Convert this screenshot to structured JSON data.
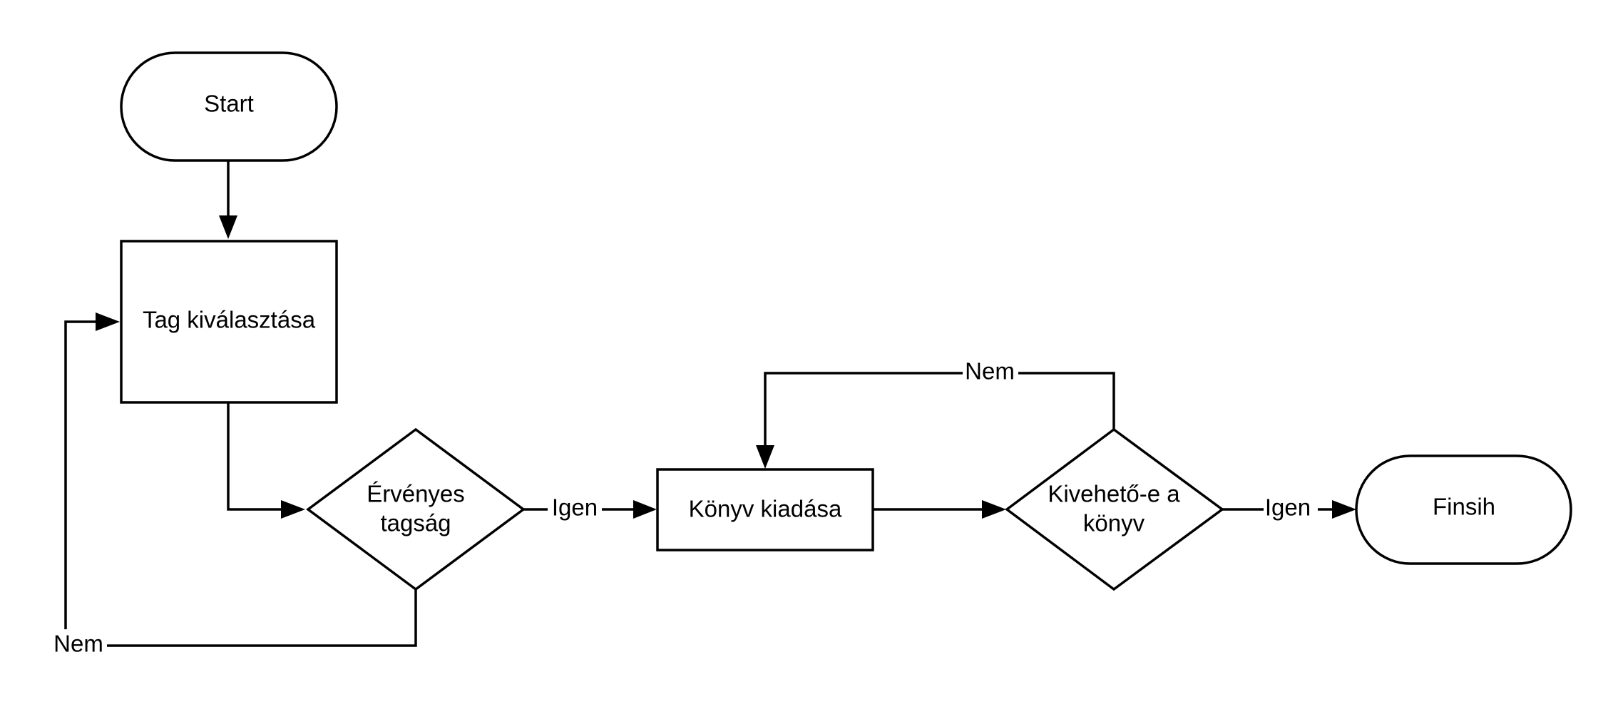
{
  "nodes": {
    "start": {
      "kind": "terminator",
      "lines": [
        "Start"
      ]
    },
    "select": {
      "kind": "process",
      "lines": [
        "Tag kiválasztása"
      ]
    },
    "valid": {
      "kind": "decision",
      "lines": [
        "Érvényes",
        "tagság"
      ]
    },
    "issue": {
      "kind": "process",
      "lines": [
        "Könyv kiadása"
      ]
    },
    "avail": {
      "kind": "decision",
      "lines": [
        "Kivehető-e a",
        "könyv"
      ]
    },
    "finish": {
      "kind": "terminator",
      "lines": [
        "Finsih"
      ]
    }
  },
  "edges": {
    "start_select": {
      "from": "start",
      "to": "select",
      "label": ""
    },
    "select_valid": {
      "from": "select",
      "to": "valid",
      "label": ""
    },
    "valid_issue": {
      "from": "valid",
      "to": "issue",
      "label": "Igen"
    },
    "valid_select": {
      "from": "valid",
      "to": "select",
      "label": "Nem"
    },
    "issue_avail": {
      "from": "issue",
      "to": "avail",
      "label": ""
    },
    "avail_issue": {
      "from": "avail",
      "to": "issue",
      "label": "Nem"
    },
    "avail_finish": {
      "from": "avail",
      "to": "finish",
      "label": "Igen"
    }
  },
  "colors": {
    "stroke": "#000000",
    "fill": "#ffffff",
    "text": "#000000"
  }
}
